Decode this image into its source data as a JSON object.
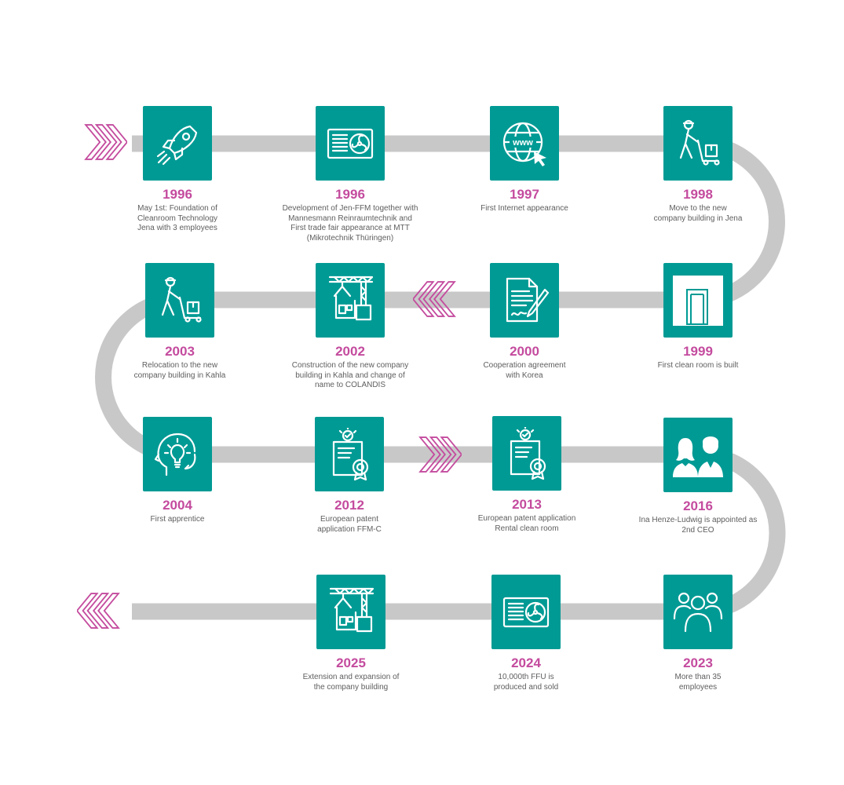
{
  "colors": {
    "teal": "#009a94",
    "magenta": "#c44b9e",
    "track": "#c8c8c8",
    "text": "#5e5e5e"
  },
  "milestones": [
    {
      "year": "1996",
      "icon": "rocket-icon",
      "desc": "May 1st: Foundation of\nCleanroom Technology\nJena with 3 employees"
    },
    {
      "year": "1996",
      "icon": "fan-filter-unit-icon",
      "desc": "Development of Jen-FFM together with\nMannesmann Reinraumtechnik and\nFirst trade fair appearance at MTT\n(Mikrotechnik Thüringen)"
    },
    {
      "year": "1997",
      "icon": "www-globe-icon",
      "icon_text": "www",
      "desc": "First Internet appearance"
    },
    {
      "year": "1998",
      "icon": "mover-with-cart-icon",
      "desc": "Move to the new\ncompany building in Jena"
    },
    {
      "year": "1999",
      "icon": "clean-room-door-icon",
      "desc": "First clean room is built"
    },
    {
      "year": "2000",
      "icon": "signed-contract-icon",
      "desc": "Cooperation agreement\nwith Korea"
    },
    {
      "year": "2002",
      "icon": "construction-crane-icon",
      "desc": "Construction of the new company\nbuilding in Kahla and change of\nname to COLANDIS"
    },
    {
      "year": "2003",
      "icon": "mover-with-cart-icon",
      "desc": "Relocation to the new\ncompany building in Kahla"
    },
    {
      "year": "2004",
      "icon": "head-lightbulb-icon",
      "desc": "First apprentice"
    },
    {
      "year": "2012",
      "icon": "patent-certificate-icon",
      "desc": "European patent\napplication FFM-C"
    },
    {
      "year": "2013",
      "icon": "patent-certificate-icon",
      "desc": "European patent application\nRental clean room"
    },
    {
      "year": "2016",
      "icon": "two-people-icon",
      "desc": "Ina Henze-Ludwig is appointed as\n2nd CEO"
    },
    {
      "year": "2023",
      "icon": "group-people-icon",
      "desc": "More than 35\nemployees"
    },
    {
      "year": "2024",
      "icon": "fan-filter-unit-icon",
      "desc": "10,000th FFU is\nproduced and sold"
    },
    {
      "year": "2025",
      "icon": "construction-crane-icon",
      "desc": "Extension and expansion of\nthe company building"
    }
  ],
  "chevrons": [
    {
      "name": "start-arrow-icon",
      "direction": "right"
    },
    {
      "name": "row2-arrow-icon",
      "direction": "left"
    },
    {
      "name": "row3-arrow-icon",
      "direction": "right"
    },
    {
      "name": "end-arrow-icon",
      "direction": "left"
    }
  ]
}
